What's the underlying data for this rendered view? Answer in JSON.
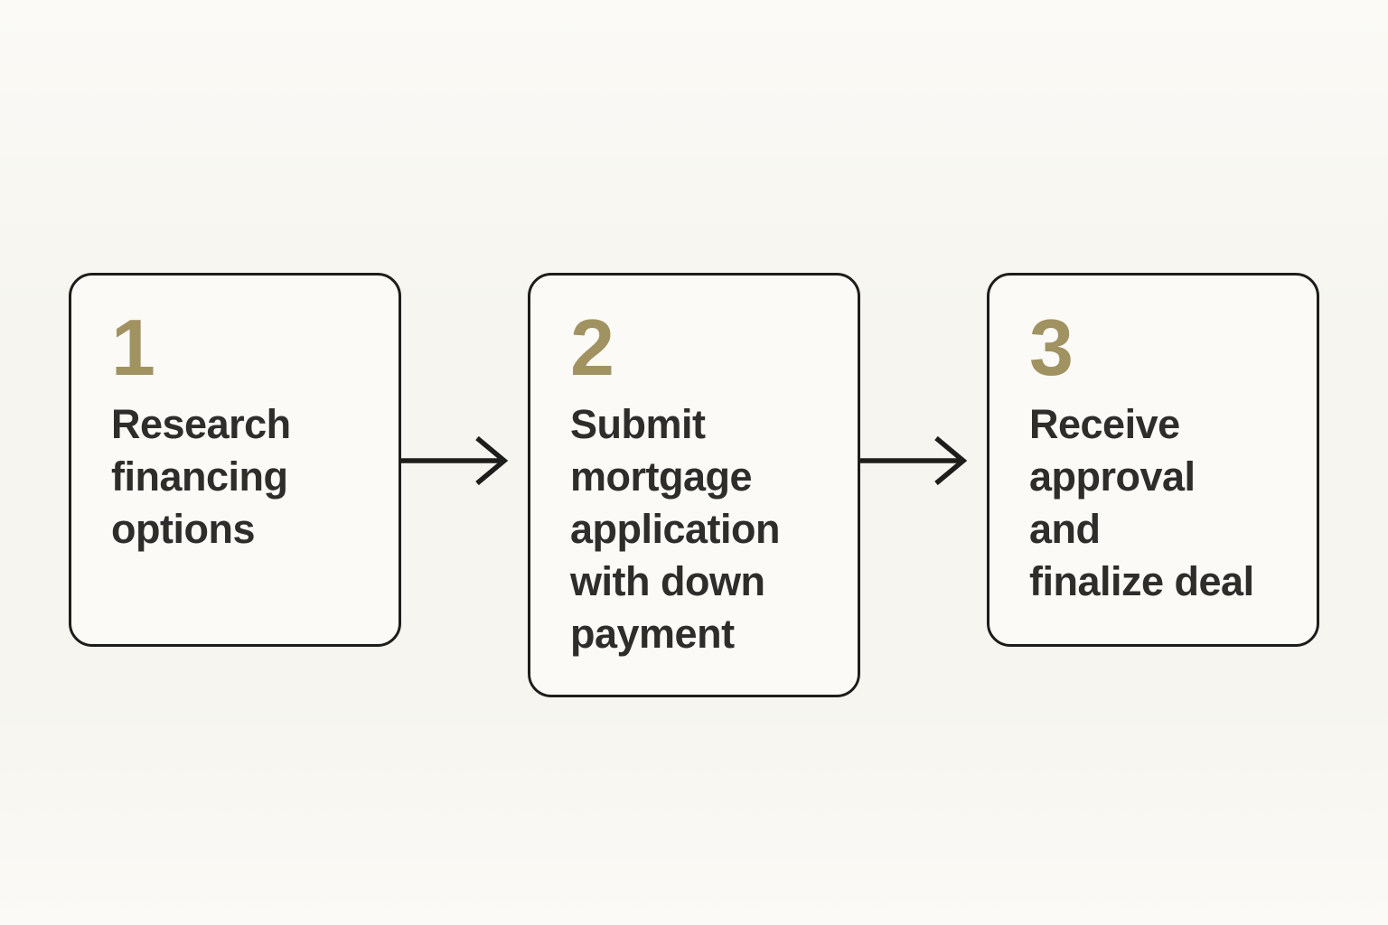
{
  "colors": {
    "background": "#f7f6f1",
    "card_fill": "#fbfaf6",
    "border": "#1d1d1c",
    "text": "#2e2d2b",
    "accent_number": "#a19262",
    "arrow": "#1d1d1c"
  },
  "flow": {
    "steps": [
      {
        "number": "1",
        "label": "Research\nfinancing\noptions"
      },
      {
        "number": "2",
        "label": "Submit\nmortgage\napplication\nwith down\npayment"
      },
      {
        "number": "3",
        "label": "Receive\napproval\nand\nfinalize deal"
      }
    ],
    "connector_type": "arrow-right"
  }
}
